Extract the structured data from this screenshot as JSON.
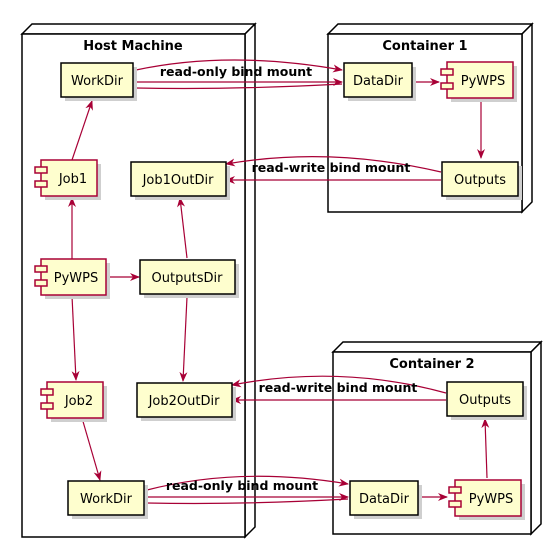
{
  "colors": {
    "arrow": "#A80036",
    "box_fill": "#FEFECE",
    "border": "#000000"
  },
  "nodes": {
    "host": {
      "title": "Host Machine"
    },
    "container1": {
      "title": "Container 1"
    },
    "container2": {
      "title": "Container 2"
    }
  },
  "boxes": {
    "host_workdir1": "WorkDir",
    "host_job1": "Job1",
    "host_job1outdir": "Job1OutDir",
    "host_pywps": "PyWPS",
    "host_outputsdir": "OutputsDir",
    "host_job2": "Job2",
    "host_job2outdir": "Job2OutDir",
    "host_workdir2": "WorkDir",
    "c1_datadir": "DataDir",
    "c1_pywps": "PyWPS",
    "c1_outputs": "Outputs",
    "c2_outputs": "Outputs",
    "c2_datadir": "DataDir",
    "c2_pywps": "PyWPS"
  },
  "edge_labels": {
    "ro_mount_1": "read-only bind mount",
    "rw_mount_1": "read-write bind mount",
    "rw_mount_2": "read-write bind mount",
    "ro_mount_2": "read-only bind mount"
  }
}
